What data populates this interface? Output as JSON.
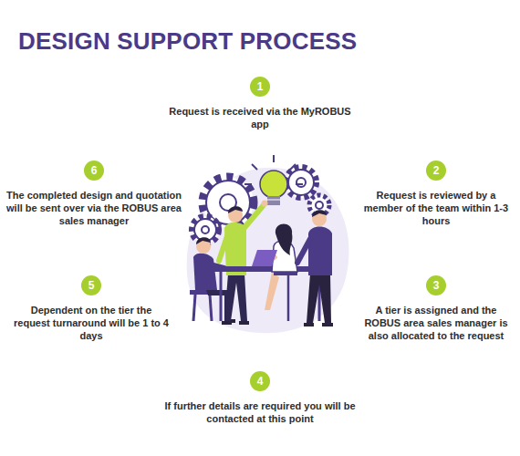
{
  "diagram": {
    "title": "DESIGN SUPPORT PROCESS",
    "nodes": [
      {
        "text": [
          "1",
          "Request is received via the MyROBUS app"
        ]
      },
      {
        "text": [
          "2",
          "Request is reviewed by a member of the team within 1-3 hours"
        ]
      },
      {
        "text": [
          "3",
          "A tier is assigned and the ROBUS area sales manager is also allocated to the request"
        ]
      },
      {
        "text": [
          "4",
          "If further details are required you will be contacted at this point"
        ]
      },
      {
        "text": [
          "5",
          "Dependent on the tier the request turnaround will be 1 to 4 days"
        ]
      },
      {
        "text": [
          "6",
          "The completed design and quotation will be sent over via the ROBUS area sales manager"
        ]
      }
    ]
  }
}
